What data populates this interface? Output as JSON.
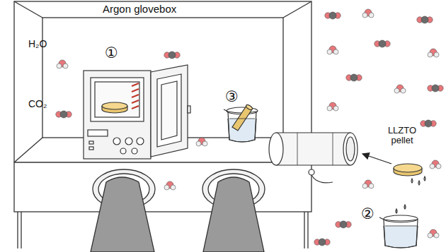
{
  "diagram": {
    "labels": [
      "Argon glovebox",
      "H₂O",
      "CO₂",
      "①",
      "③",
      "LLZTO pellet",
      "②"
    ]
  }
}
